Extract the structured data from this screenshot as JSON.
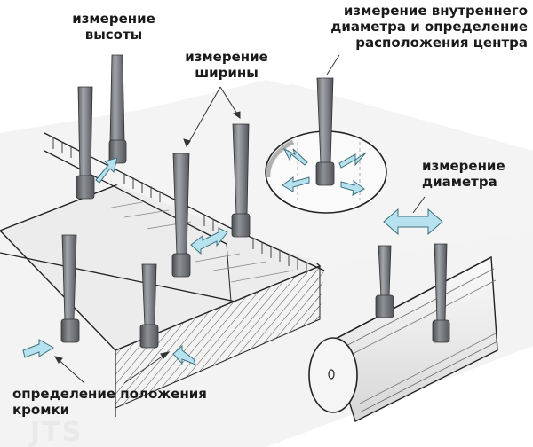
{
  "figure": {
    "labels": {
      "height": [
        "измерение",
        "высоты"
      ],
      "width": [
        "измерение",
        "ширины"
      ],
      "inner_diameter": [
        "измерение внутреннего",
        "диаметра и определение",
        "расположения центра"
      ],
      "diameter": [
        "измерение",
        "диаметра"
      ],
      "edge": [
        "определение положения",
        "кромки"
      ]
    },
    "watermark": "JTS",
    "colors": {
      "arrow_fill": "#b5e2ee",
      "arrow_stroke": "#3f6f7c",
      "probe": "#7c7f84",
      "line": "#222222",
      "surface": "#f1f1f1"
    }
  }
}
